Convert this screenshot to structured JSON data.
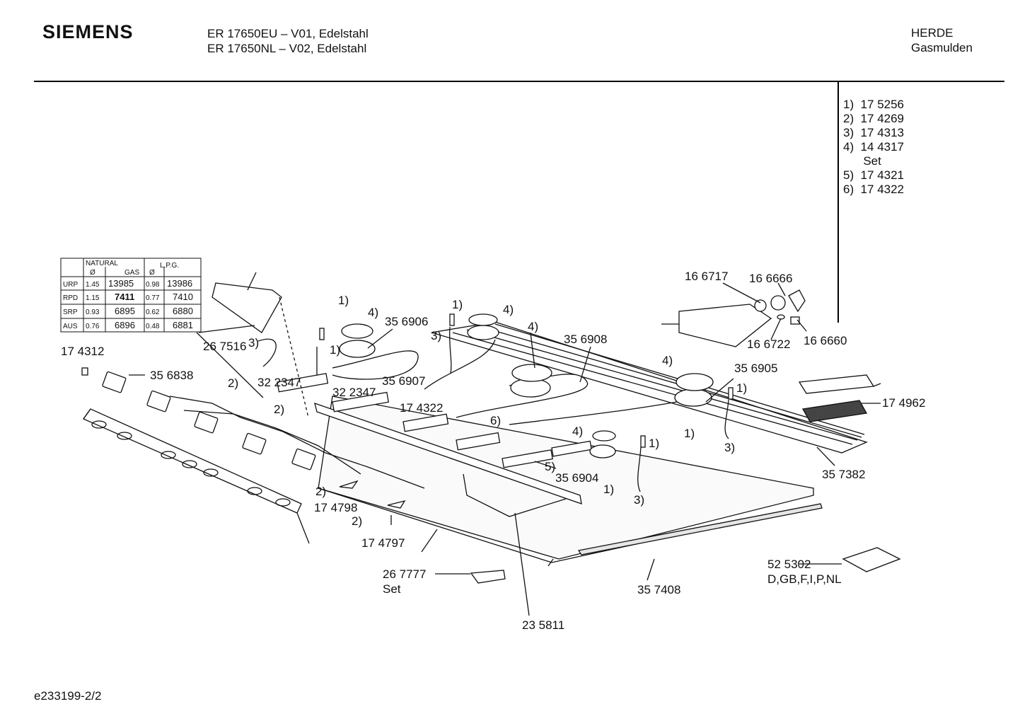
{
  "header": {
    "brand": "SIEMENS",
    "model_line1": "ER 17650EU – V01, Edelstahl",
    "model_line2": "ER 17650NL – V02, Edelstahl",
    "category_line1": "HERDE",
    "category_line2": "Gasmulden"
  },
  "legend": [
    "1)  17 5256",
    "2)  17 4269",
    "3)  17 4313",
    "4)  14 4317",
    "      Set",
    "5)  17 4321",
    "6)  17 4322"
  ],
  "table": {
    "h1": "NATURAL",
    "h2": "L.P.G.",
    "h_dia": "Ø",
    "h_gas": "GAS",
    "rows": [
      {
        "name": "URP",
        "d1": "1.45",
        "v1": "13985",
        "d2": "0.98",
        "v2": "13986"
      },
      {
        "name": "RPD",
        "d1": "1.15",
        "v1": "7411",
        "d2": "0.77",
        "v2": "7410"
      },
      {
        "name": "SRP",
        "d1": "0.93",
        "v1": "6895",
        "d2": "0.62",
        "v2": "6880"
      },
      {
        "name": "AUS",
        "d1": "0.76",
        "v1": "6896",
        "d2": "0.48",
        "v2": "6881"
      }
    ]
  },
  "labels": {
    "p267516": "26 7516",
    "p174312": "17 4312",
    "p356838": "35 6838",
    "p322347a": "32 2347",
    "p322347b": "32 2347",
    "p356906": "35 6906",
    "p356907": "35 6907",
    "p174322": "17 4322",
    "p356908": "35 6908",
    "p356905": "35 6905",
    "p166717": "16 6717",
    "p166666": "16 6666",
    "p166722": "16 6722",
    "p166660": "16 6660",
    "p174962": "17 4962",
    "p357382": "35 7382",
    "p356904": "35 6904",
    "p174798": "17 4798",
    "p174797": "17 4797",
    "p267777": "26 7777",
    "set": "Set",
    "p235811": "23 5811",
    "p357408": "35 7408",
    "p525302": "52 5302",
    "langs": "D,GB,F,I,P,NL",
    "r1": "1)",
    "r2": "2)",
    "r3": "3)",
    "r4": "4)",
    "r5": "5)",
    "r6": "6)"
  },
  "footer": "e233199-2/2"
}
